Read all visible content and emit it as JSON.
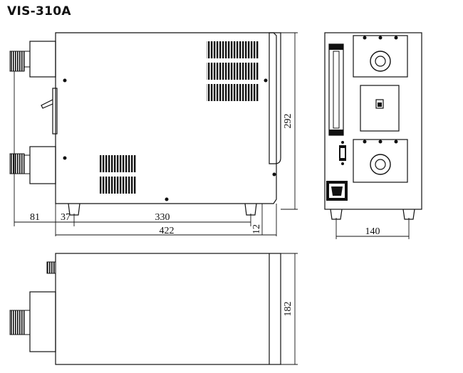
{
  "title": "VIS-310A",
  "dimensions": {
    "total_length": "422",
    "body_length": "330",
    "connector_depth": "81",
    "front_foot_offset": "37",
    "rear_foot_offset": "12",
    "height": "292",
    "width": "140",
    "depth": "182"
  }
}
